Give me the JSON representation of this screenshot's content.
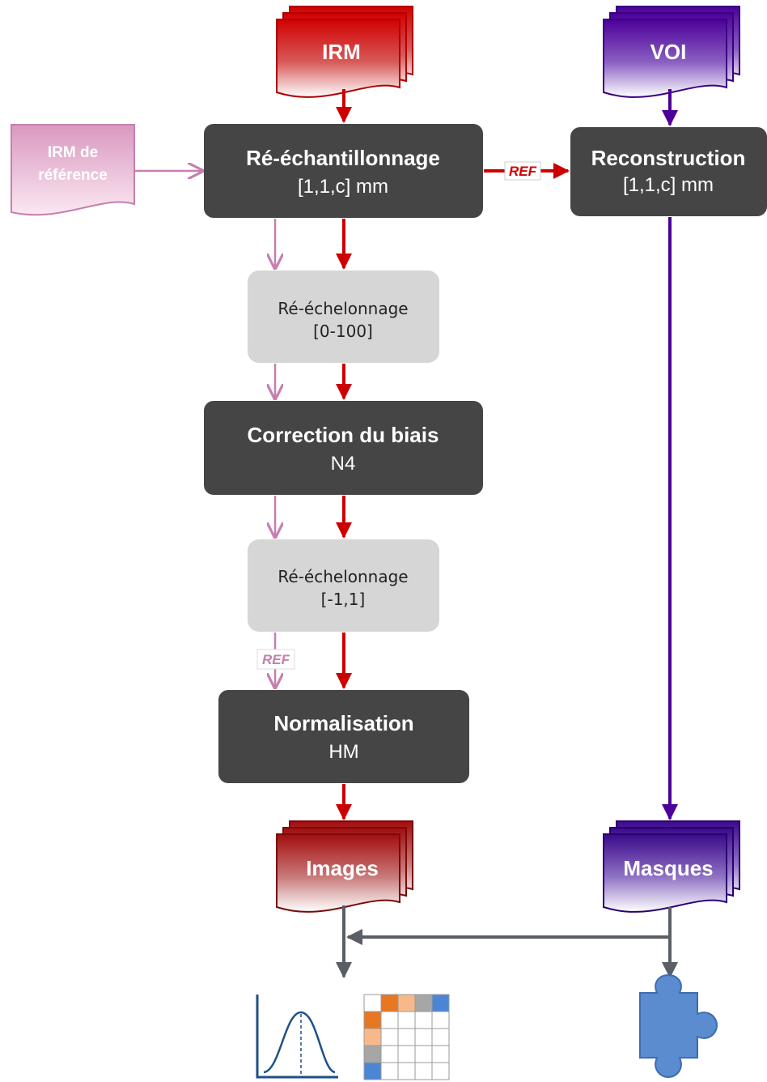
{
  "inputs": {
    "irm": "IRM",
    "voi": "VOI",
    "irm_reference_line1": "IRM de",
    "irm_reference_line2": "référence"
  },
  "steps": {
    "resample": {
      "title": "Ré-échantillonnage",
      "sub": "[1,1,c] mm"
    },
    "reconstruction": {
      "title": "Reconstruction",
      "sub": "[1,1,c] mm"
    },
    "rescale1": {
      "title": "Ré-échelonnage",
      "sub": "[0-100]"
    },
    "bias": {
      "title": "Correction du biais",
      "sub": "N4"
    },
    "rescale2": {
      "title": "Ré-échelonnage",
      "sub": "[-1,1]"
    },
    "normalisation": {
      "title": "Normalisation",
      "sub": "HM"
    }
  },
  "tags": {
    "ref_top": "REF",
    "ref_lower": "REF"
  },
  "outputs": {
    "images": "Images",
    "masks": "Masques"
  },
  "icons": [
    "distribution-curve-icon",
    "feature-matrix-icon",
    "puzzle-piece-icon"
  ],
  "colors": {
    "red": "#cc0000",
    "purple": "#4c0099",
    "pink": "#c77fae",
    "dark_box": "#454545",
    "light_box": "#d6d6d6",
    "gray_arrow": "#5a5f66",
    "icon_blue": "#5b8cd0",
    "matrix_orange": "#e87722",
    "matrix_peach": "#f7b98a",
    "matrix_gray": "#a6a6a6",
    "matrix_blue": "#4a86d4"
  }
}
